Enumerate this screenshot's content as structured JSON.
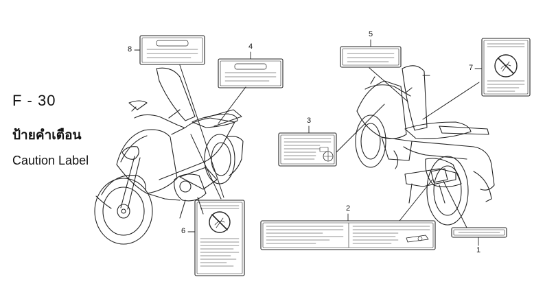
{
  "header": {
    "page_code": "F - 30",
    "title_thai": "ป้ายคำเตือน",
    "title_en": "Caution Label"
  },
  "callouts": [
    {
      "number": "1"
    },
    {
      "number": "2"
    },
    {
      "number": "3"
    },
    {
      "number": "4"
    },
    {
      "number": "5"
    },
    {
      "number": "6"
    },
    {
      "number": "7"
    },
    {
      "number": "8"
    }
  ],
  "icons": {
    "no_modification": "prohibition-circle-icon",
    "battery": "battery-icon"
  }
}
